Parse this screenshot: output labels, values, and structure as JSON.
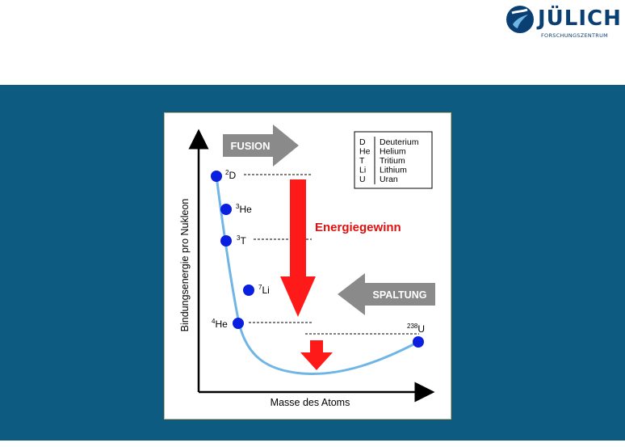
{
  "header": {
    "logo_name": "JÜLICH",
    "logo_sub": "FORSCHUNGSZENTRUM"
  },
  "diagram": {
    "fusion_label": "FUSION",
    "spaltung_label": "SPALTUNG",
    "energy_label": "Energiegewinn",
    "y_axis_label": "Bindungsenergie pro Nukleon",
    "x_axis_label": "Masse des Atoms",
    "legend": [
      {
        "symbol": "D",
        "name": "Deuterium"
      },
      {
        "symbol": "He",
        "name": "Helium"
      },
      {
        "symbol": "T",
        "name": "Tritium"
      },
      {
        "symbol": "Li",
        "name": "Lithium"
      },
      {
        "symbol": "U",
        "name": "Uran"
      }
    ],
    "points": [
      {
        "id": "d2",
        "mass": "2",
        "symbol": "D"
      },
      {
        "id": "he3",
        "mass": "3",
        "symbol": "He"
      },
      {
        "id": "t3",
        "mass": "3",
        "symbol": "T"
      },
      {
        "id": "li7",
        "mass": "7",
        "symbol": "Li"
      },
      {
        "id": "he4",
        "mass": "4",
        "symbol": "He"
      },
      {
        "id": "u238",
        "mass": "238",
        "symbol": "U"
      }
    ],
    "colors": {
      "arrow_gray": "#8a8a8a",
      "energy_red": "#ff1a1a",
      "curve_blue": "#6fb6e6",
      "point_blue": "#0b1fe0",
      "band_blue": "#0d5b80"
    }
  }
}
